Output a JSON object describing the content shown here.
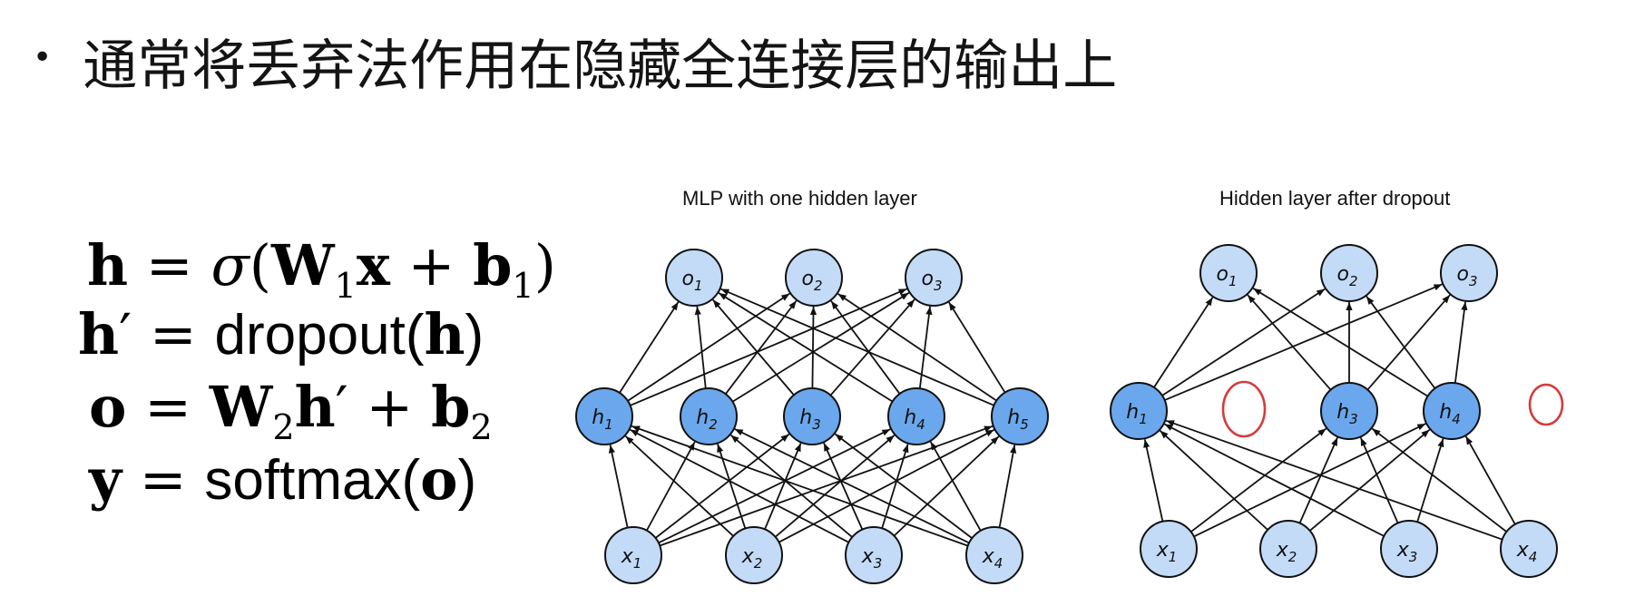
{
  "heading": {
    "bullet": "•",
    "text": "通常将丢弃法作用在隐藏全连接层的输出上"
  },
  "equations": {
    "eq1": {
      "lhs": "h",
      "eq": " = ",
      "sigma": "σ",
      "open": "(",
      "W": "W",
      "W_sub": "1",
      "x": "x",
      "plus": " + ",
      "b": "b",
      "b_sub": "1",
      "close": ")"
    },
    "eq2": {
      "lhs": "h",
      "prime": "′",
      "eq": " = ",
      "fn": "dropout",
      "open": "(",
      "arg": "h",
      "close": ")"
    },
    "eq3": {
      "lhs": "o",
      "eq": " = ",
      "W": "W",
      "W_sub": "2",
      "h": "h",
      "prime": "′",
      "plus": " + ",
      "b": "b",
      "b_sub": "2"
    },
    "eq4": {
      "lhs": "y",
      "eq": " = ",
      "fn": "softmax",
      "open": "(",
      "arg": "o",
      "close": ")"
    }
  },
  "left_panel": {
    "title": "MLP with one hidden layer",
    "outputs": [
      {
        "base": "o",
        "sub": "1"
      },
      {
        "base": "o",
        "sub": "2"
      },
      {
        "base": "o",
        "sub": "3"
      }
    ],
    "hidden": [
      {
        "base": "h",
        "sub": "1"
      },
      {
        "base": "h",
        "sub": "2"
      },
      {
        "base": "h",
        "sub": "3"
      },
      {
        "base": "h",
        "sub": "4"
      },
      {
        "base": "h",
        "sub": "5"
      }
    ],
    "inputs": [
      {
        "base": "x",
        "sub": "1"
      },
      {
        "base": "x",
        "sub": "2"
      },
      {
        "base": "x",
        "sub": "3"
      },
      {
        "base": "x",
        "sub": "4"
      }
    ]
  },
  "right_panel": {
    "title": "Hidden layer after dropout",
    "outputs": [
      {
        "base": "o",
        "sub": "1"
      },
      {
        "base": "o",
        "sub": "2"
      },
      {
        "base": "o",
        "sub": "3"
      }
    ],
    "hidden": [
      {
        "base": "h",
        "sub": "1"
      },
      {
        "base": "h",
        "sub": "3"
      },
      {
        "base": "h",
        "sub": "4"
      }
    ],
    "inputs": [
      {
        "base": "x",
        "sub": "1"
      },
      {
        "base": "x",
        "sub": "2"
      },
      {
        "base": "x",
        "sub": "3"
      },
      {
        "base": "x",
        "sub": "4"
      }
    ],
    "dropped_marks": [
      "0",
      "0"
    ]
  },
  "colors": {
    "io_node": "#c3dbf7",
    "hidden_node": "#6ba7ec",
    "node_stroke": "#111111",
    "edge": "#111111",
    "annotation": "#d63a3a"
  }
}
